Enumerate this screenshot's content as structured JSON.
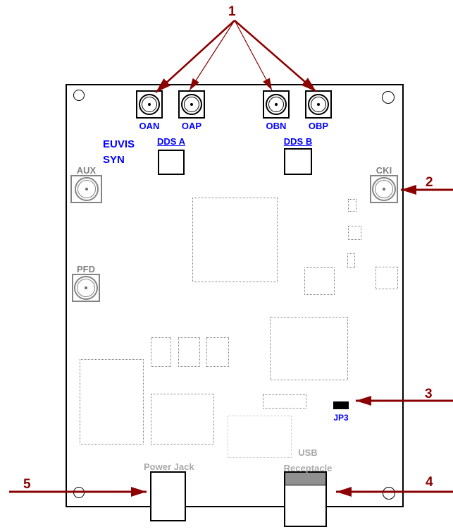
{
  "board": {
    "title_line1": "EUVIS",
    "title_line2": "SYN"
  },
  "callouts": {
    "c1": "1",
    "c2": "2",
    "c3": "3",
    "c4": "4",
    "c5": "5"
  },
  "top_connectors": {
    "oan": "OAN",
    "oap": "OAP",
    "obn": "OBN",
    "obp": "OBP"
  },
  "dds": {
    "a": "DDS A",
    "b": "DDS B"
  },
  "side_connectors": {
    "aux": "AUX",
    "cki": "CKI",
    "pfd": "PFD"
  },
  "jumper": {
    "label": "JP3"
  },
  "power_jack": {
    "label": "Power Jack"
  },
  "usb": {
    "line1": "USB",
    "line2": "Receptacle"
  },
  "colors": {
    "callout_arrow": "#8b0000",
    "label_blue": "#0000ff",
    "connector_gray": "#848484",
    "muted_gray": "#a9a9a9",
    "usb_metal": "#909090"
  }
}
